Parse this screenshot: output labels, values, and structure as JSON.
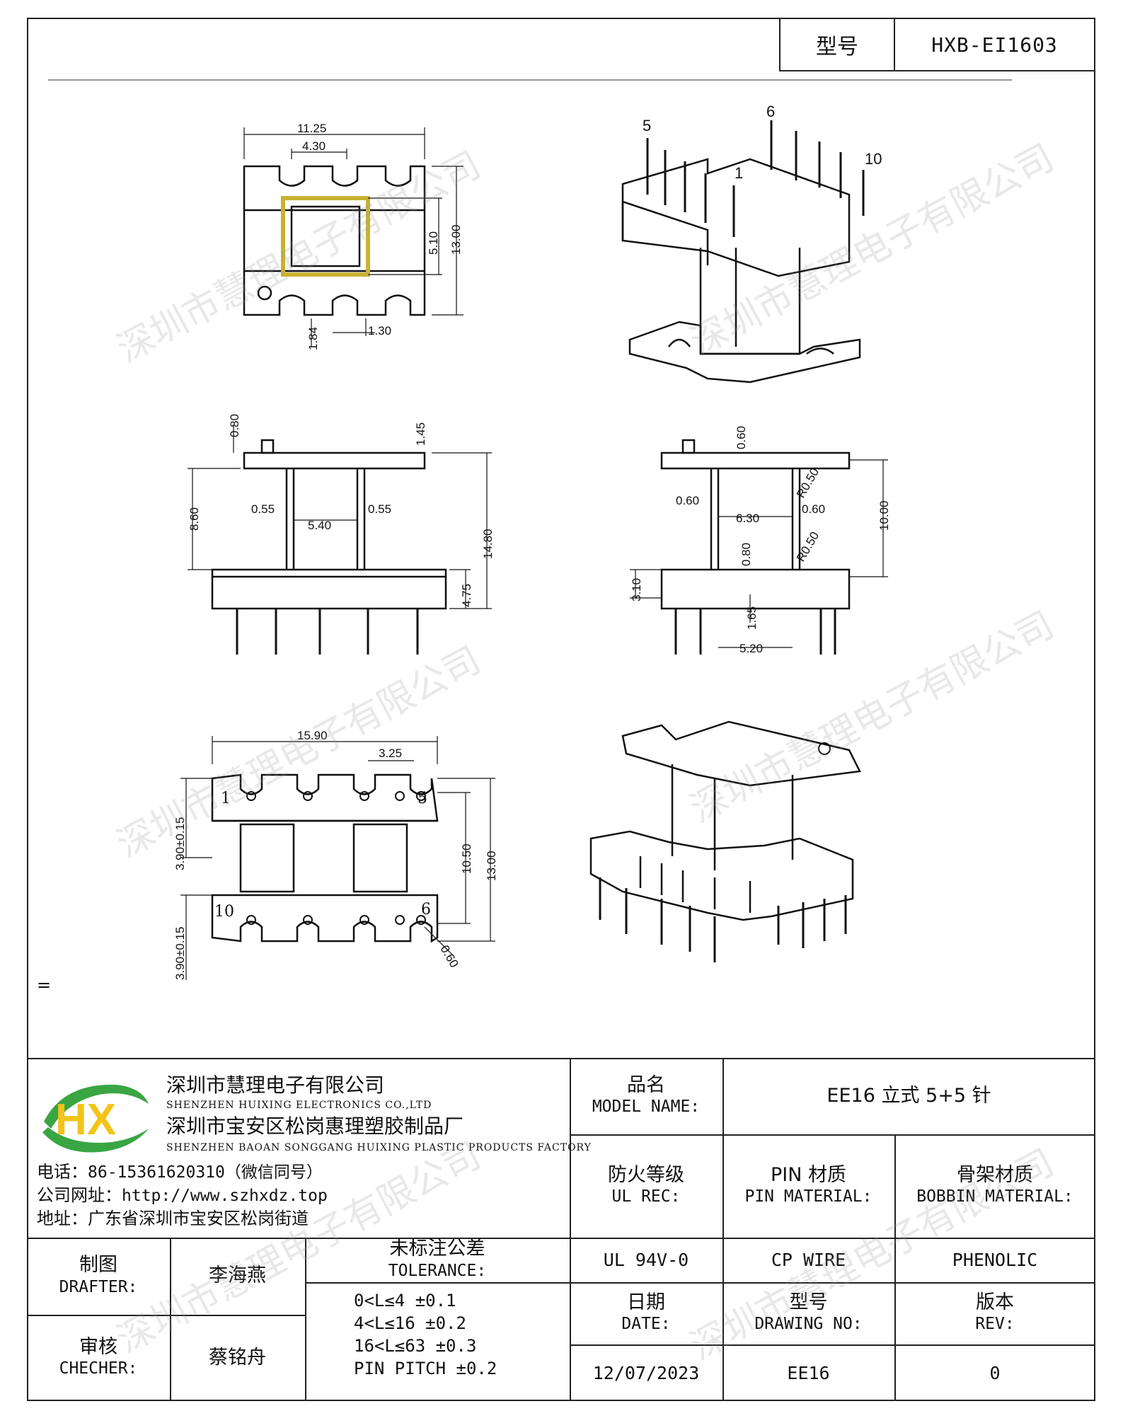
{
  "header": {
    "model_label": "型号",
    "model_value": "HXB-EI1603"
  },
  "drawing": {
    "top_view": {
      "dims": [
        "11.25",
        "4.30",
        "5.10",
        "13.00",
        "1.84",
        "1.30"
      ]
    },
    "front_view": {
      "dims": [
        "0.80",
        "1.45",
        "0.55",
        "5.40",
        "0.55",
        "8.60",
        "14.80",
        "4.75"
      ]
    },
    "side_view": {
      "dims": [
        "0.60",
        "0.60",
        "R0.50",
        "6.30",
        "0.60",
        "10.00",
        "0.80",
        "R0.50",
        "3.10",
        "1.65",
        "5.20"
      ]
    },
    "bottom_view": {
      "dims": [
        "15.90",
        "3.25",
        "3.90±0.15",
        "10.50",
        "13.00",
        "3.90±0.15",
        "0.60"
      ],
      "pin_labels": [
        "1",
        "5",
        "10",
        "6"
      ]
    },
    "iso_pin_labels": [
      "5",
      "6",
      "1",
      "10"
    ]
  },
  "stray_mark": "=",
  "company": {
    "name_cn": "深圳市慧理电子有限公司",
    "name_en": "SHENZHEN HUIXING ELECTRONICS CO.,LTD",
    "factory_cn": "深圳市宝安区松岗惠理塑胶制品厂",
    "factory_en": "SHENZHEN BAOAN SONGGANG HUIXING PLASTIC PRODUCTS FACTORY",
    "phone_label": "电话：",
    "phone": "86-15361620310（微信同号）",
    "web_label": "公司网址：",
    "web": "http://www.szhxdz.top",
    "address": "地址：广东省深圳市宝安区松岗街道",
    "logo": "HX",
    "colors": {
      "green": "#3aa543",
      "yellow": "#f2c318"
    }
  },
  "title_block": {
    "model_name_cn": "品名",
    "model_name_en": "MODEL NAME:",
    "model_name_value": "EE16 立式 5+5 针",
    "ul_cn": "防火等级",
    "ul_en": "UL REC:",
    "pin_mat_cn": "PIN 材质",
    "pin_mat_en": "PIN MATERIAL:",
    "bobbin_cn": "骨架材质",
    "bobbin_en": "BOBBIN MATERIAL:",
    "ul_value": "UL 94V-0",
    "pin_value": "CP WIRE",
    "bobbin_value": "PHENOLIC",
    "drafter_cn": "制图",
    "drafter_en": "DRAFTER:",
    "drafter_name": "李海燕",
    "checker_cn": "审核",
    "checker_en": "CHECHER:",
    "checker_name": "蔡铭舟",
    "tol_cn": "未标注公差",
    "tol_en": "TOLERANCE:",
    "tol_lines": [
      "0<L≤4  ±0.1",
      "4<L≤16  ±0.2",
      "16<L≤63  ±0.3",
      "PIN PITCH  ±0.2"
    ],
    "date_cn": "日期",
    "date_en": "DATE:",
    "dwg_cn": "型号",
    "dwg_en": "DRAWING NO:",
    "rev_cn": "版本",
    "rev_en": "REV:",
    "date_value": "12/07/2023",
    "dwg_value": "EE16",
    "rev_value": "0"
  },
  "watermark": "深圳市慧理电子有限公司"
}
